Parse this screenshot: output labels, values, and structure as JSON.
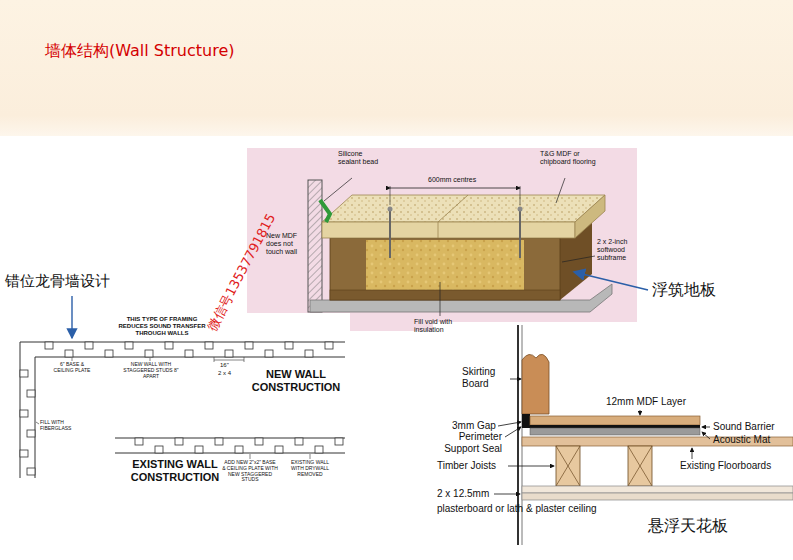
{
  "diagram": {
    "title": "墙体结构(Wall Structure)",
    "labels": [
      "错位龙骨墙设计",
      "浮筑地板",
      "悬浮天花板",
      "微信号13537791815",
      "Silicone sealant bead",
      "600mm centres",
      "T&G MDF or chipboard flooring",
      "New MDF does not touch wall",
      "2 x 2-inch softwood subframe",
      "Fill void with insulation",
      "THIS TYPE OF FRAMING REDUCES SOUND TRANSFER THROUGH WALLS",
      "16\"",
      "2 x 4",
      "NEW WALL CONSTRUCTION",
      "6\" BASE & CEILING PLATE",
      "NEW WALL WITH STAGGERED STUDS 8\" APART",
      "FILL WITH FIBERGLASS",
      "EXISTING WALL CONSTRUCTION",
      "ADD NEW 2\"x2\" BASE & CEILING PLATE WITH NEW STAGGERED STUDS",
      "EXISTING WALL WITH DRYWALL REMOVED",
      "Skirting Board",
      "3mm Gap",
      "Perimeter Support Seal",
      "Timber Joists",
      "2 x 12.5mm",
      "plasterboard or lath & plaster ceiling",
      "12mm MDF Layer",
      "Sound Barrier",
      "Acoustic Mat",
      "Existing Floorboards"
    ]
  }
}
